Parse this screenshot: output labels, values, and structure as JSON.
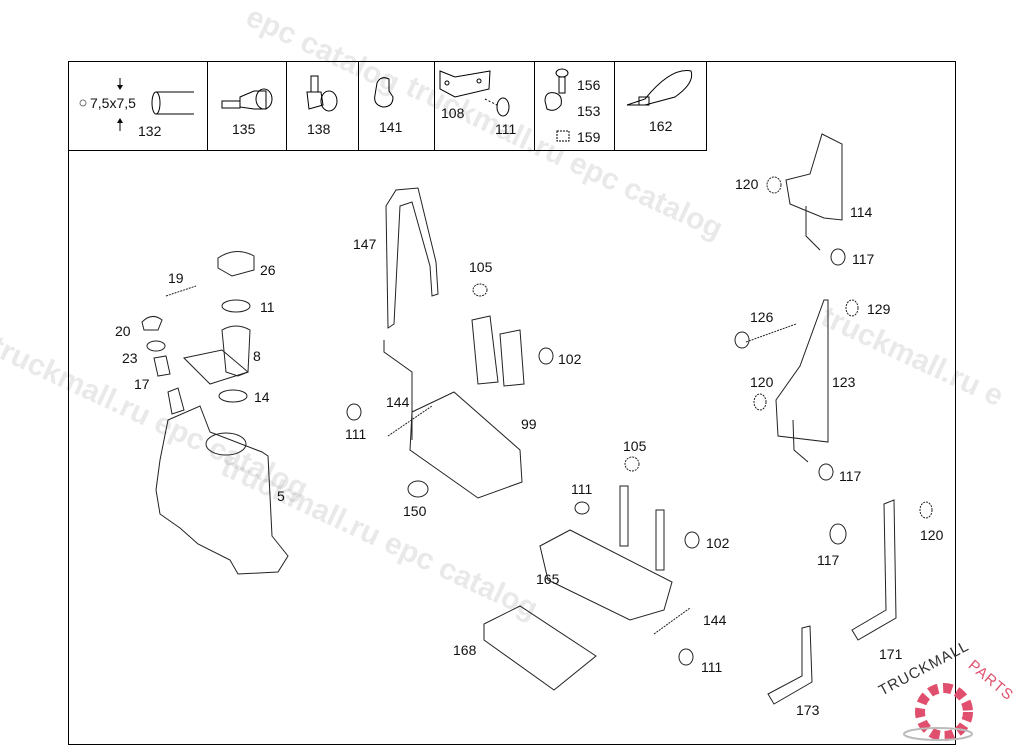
{
  "diagram": {
    "type": "exploded-parts-diagram",
    "legend": [
      {
        "part": "132",
        "dimension": "7,5x7,5",
        "icon": "hose-icon"
      },
      {
        "part": "135",
        "icon": "straight-connector-icon"
      },
      {
        "part": "138",
        "icon": "elbow-connector-icon"
      },
      {
        "part": "141",
        "icon": "hose-clip-icon"
      },
      {
        "parts": [
          "108",
          "111"
        ],
        "icon": "bracket-and-bolt-icon"
      },
      {
        "parts": [
          "156",
          "153",
          "159"
        ],
        "icon": "clamp-screw-nut-icon"
      },
      {
        "part": "162",
        "icon": "cable-tie-icon"
      }
    ],
    "labels": {
      "p19": "19",
      "p26": "26",
      "p11": "11",
      "p20": "20",
      "p8": "8",
      "p23": "23",
      "p17": "17",
      "p14": "14",
      "p5": "5",
      "p147": "147",
      "p105a": "105",
      "p102a": "102",
      "p144a": "144",
      "p111a": "111",
      "p99": "99",
      "p150": "150",
      "p105b": "105",
      "p111b": "111",
      "p102b": "102",
      "p165": "165",
      "p144b": "144",
      "p168": "168",
      "p111c": "111",
      "p120a": "120",
      "p114": "114",
      "p117a": "117",
      "p126": "126",
      "p129": "129",
      "p120b": "120",
      "p123": "123",
      "p117b": "117",
      "p117c": "117",
      "p120c": "120",
      "p171": "171",
      "p173": "173"
    }
  },
  "watermarks": [
    "epc catalog",
    "truckmall.ru epc catalog",
    "truckmall.ru epc catalog",
    "truckmall.ru epc catalog",
    "truckmall.ru e"
  ],
  "logo": {
    "text_primary": "TRUCKMALL",
    "text_accent": "PARTS",
    "accent_color": "#e0506e",
    "gear_color": "#e0506e"
  }
}
